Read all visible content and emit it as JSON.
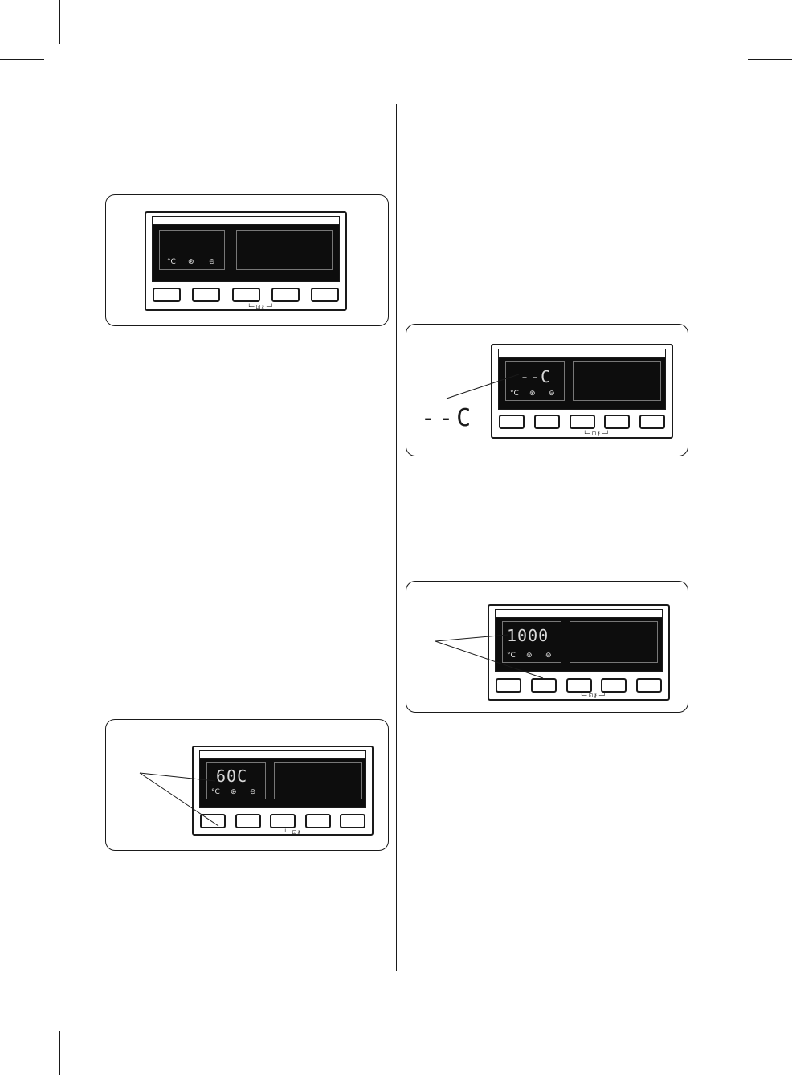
{
  "panels": {
    "panel1": {
      "display": "",
      "indicators": {
        "temp": "°C",
        "spin": "⊛",
        "timer": "⊖"
      }
    },
    "panel2": {
      "display": "60C",
      "indicators": {
        "temp": "°C",
        "spin": "⊛",
        "timer": "⊖"
      }
    },
    "panel3": {
      "display": "--C",
      "callout": "--C",
      "indicators": {
        "temp": "°C",
        "spin": "⊛",
        "timer": "⊖"
      }
    },
    "panel4": {
      "display": "1000",
      "indicators": {
        "temp": "°C",
        "spin": "⊛",
        "timer": "⊖"
      }
    }
  },
  "icons": {
    "child_lock": "key-lock-icon"
  }
}
